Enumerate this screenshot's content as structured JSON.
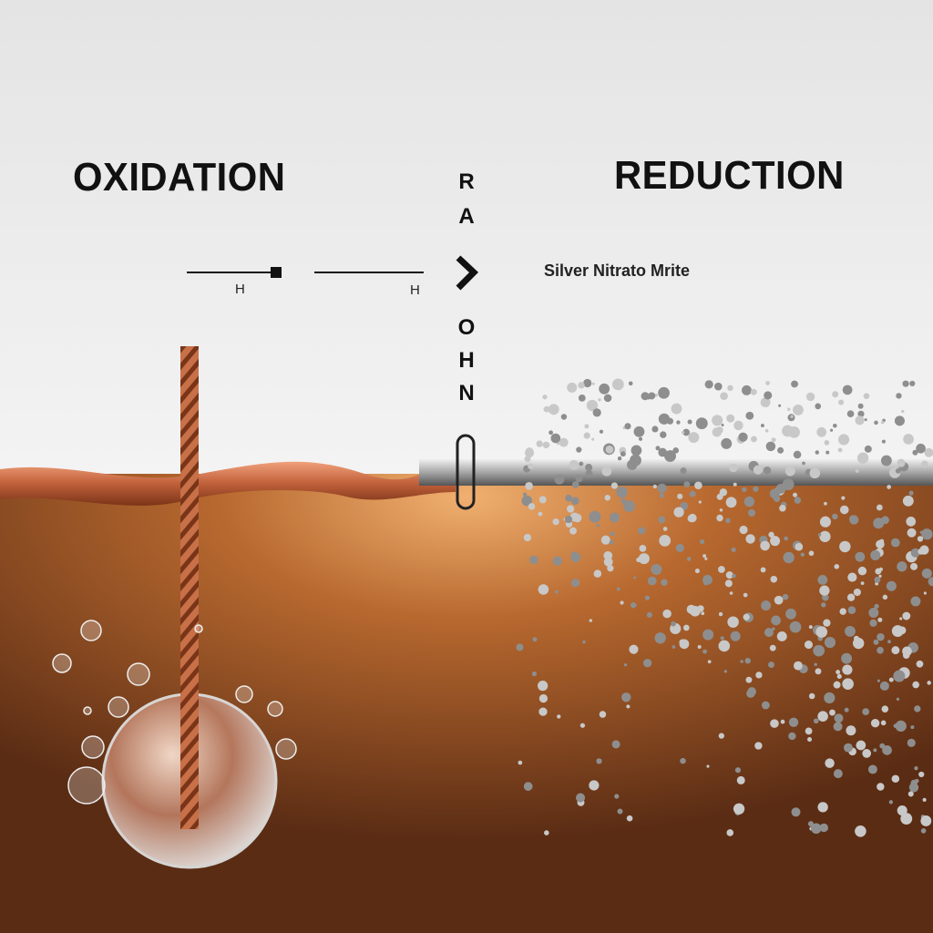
{
  "titles": {
    "left": "OXIDATION",
    "right": "REDUCTION"
  },
  "vertical_letters_top": [
    "R",
    "A"
  ],
  "vertical_letters_bottom": [
    "O",
    "H",
    "N"
  ],
  "scale_labels": [
    "H",
    "H"
  ],
  "solution_label": "Silver Nitrato Mrite",
  "colors": {
    "background_top": "#e6e6e6",
    "liquid": "#8a4a22",
    "copper": "#c0704a",
    "silver": "#b0b0b0"
  }
}
